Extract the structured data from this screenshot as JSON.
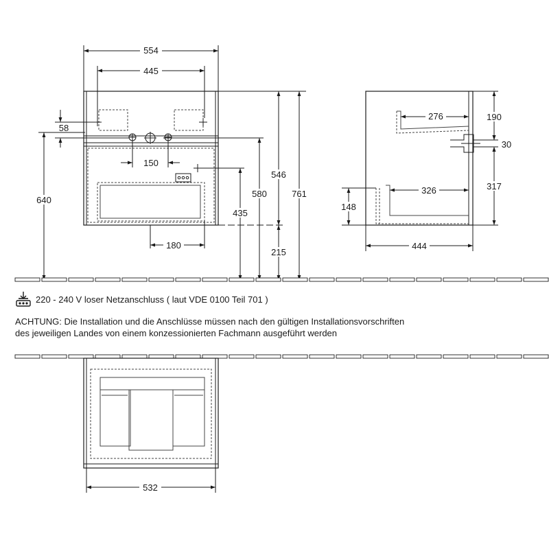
{
  "front_view": {
    "dim_width": "554",
    "dim_inner_width": "445",
    "dim_top_offset": "58",
    "dim_tap_spacing": "150",
    "dim_siphon_width": "180",
    "dim_height": "546",
    "dim_total_height": "761",
    "dim_siphon_height": "580",
    "dim_socket_height": "435",
    "dim_bottom_clearance": "215",
    "dim_floor_height": "640"
  },
  "side_view": {
    "dim_upper_recess": "276",
    "dim_top_gap": "190",
    "dim_pipe": "30",
    "dim_lower_recess": "326",
    "dim_lower_height": "317",
    "dim_inner_lower": "148",
    "dim_depth": "444"
  },
  "plan_view": {
    "dim_drawer_width": "532"
  },
  "notes": {
    "power": "220 - 240 V loser Netzanschluss ( laut VDE 0100 Teil 701 )",
    "warning_line1": "ACHTUNG: Die Installation und die Anschlüsse müssen nach den gültigen Installationsvorschriften",
    "warning_line2": "des jeweiligen Landes von einem konzessionierten Fachmann ausgeführt werden"
  },
  "icons": {
    "power": "power-connection-icon"
  }
}
